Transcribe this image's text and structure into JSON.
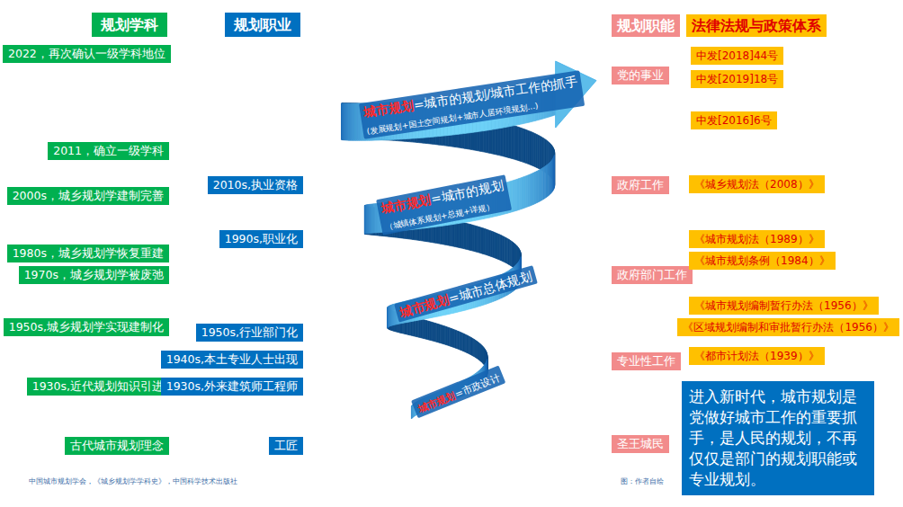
{
  "diagram": {
    "nodes": [
      {
        "text": [
          "规划学科"
        ]
      },
      {
        "text": [
          "2022，再次确认一级学科地位"
        ]
      },
      {
        "text": [
          "2011，确立一级学科"
        ]
      },
      {
        "text": [
          "2000s，城乡规划学建制完善"
        ]
      },
      {
        "text": [
          "1980s，城乡规划学恢复重建"
        ]
      },
      {
        "text": [
          "1970s，城乡规划学被废弛"
        ]
      },
      {
        "text": [
          "1950s,城乡规划学实现建制化"
        ]
      },
      {
        "text": [
          "1930s,近代规划知识引进"
        ]
      },
      {
        "text": [
          "古代城市规划理念"
        ]
      },
      {
        "text": [
          "规划职业"
        ]
      },
      {
        "text": [
          "2010s,执业资格"
        ]
      },
      {
        "text": [
          "1990s,职业化"
        ]
      },
      {
        "text": [
          "1950s,行业部门化"
        ]
      },
      {
        "text": [
          "1940s,本土专业人士出现"
        ]
      },
      {
        "text": [
          "1930s,外来建筑师工程师"
        ]
      },
      {
        "text": [
          "工匠"
        ]
      },
      {
        "text": [
          "规划职能"
        ]
      },
      {
        "text": [
          "党的事业"
        ]
      },
      {
        "text": [
          "政府工作"
        ]
      },
      {
        "text": [
          "政府部门工作"
        ]
      },
      {
        "text": [
          "专业性工作"
        ]
      },
      {
        "text": [
          "圣王城民"
        ]
      },
      {
        "text": [
          "法律法规与政策体系"
        ]
      },
      {
        "text": [
          "中发[2018]44号"
        ]
      },
      {
        "text": [
          "中发[2019]18号"
        ]
      },
      {
        "text": [
          "中发[2016]6号"
        ]
      },
      {
        "text": [
          "《城乡规划法（2008）》"
        ]
      },
      {
        "text": [
          "《城市规划法（1989）》"
        ]
      },
      {
        "text": [
          "《城市规划条例（1984）》"
        ]
      },
      {
        "text": [
          "《城市规划编制暂行办法（1956）》"
        ]
      },
      {
        "text": [
          "《区域规划编制和审批暂行办法（1956）》"
        ]
      },
      {
        "text": [
          "《都市计划法（1939）》"
        ]
      },
      {
        "text": [
          "进入新时代，城市规划是党做好城市工作的重要抓手，是人民的规划，不再仅仅是部门的规划职能或专业规划。"
        ]
      }
    ],
    "labels": [
      "城市规划",
      "=城市的规划/城市工作的抓手",
      "(发展规划+国土空间规划+城市人居环境规划...)",
      "城市规划",
      "=城市的规划",
      "（城镇体系规划+总规+详规）",
      "城市规划",
      "=城市总体规划",
      "城市规划",
      "=市政设计",
      "中国城市规划学会，《城乡规划学学科史》，中国科学技术出版社",
      "图：作者自绘"
    ]
  }
}
